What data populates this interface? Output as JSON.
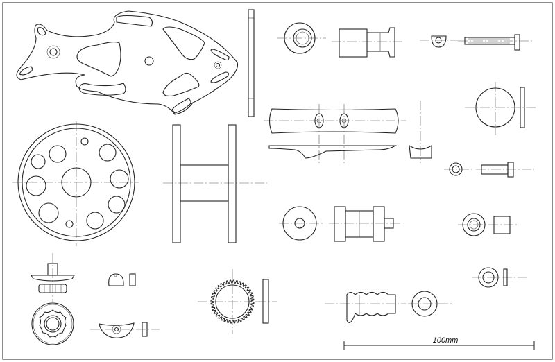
{
  "scale_bar": {
    "label": "100mm",
    "length_mm": 100
  },
  "gear": {
    "teeth": 40
  }
}
